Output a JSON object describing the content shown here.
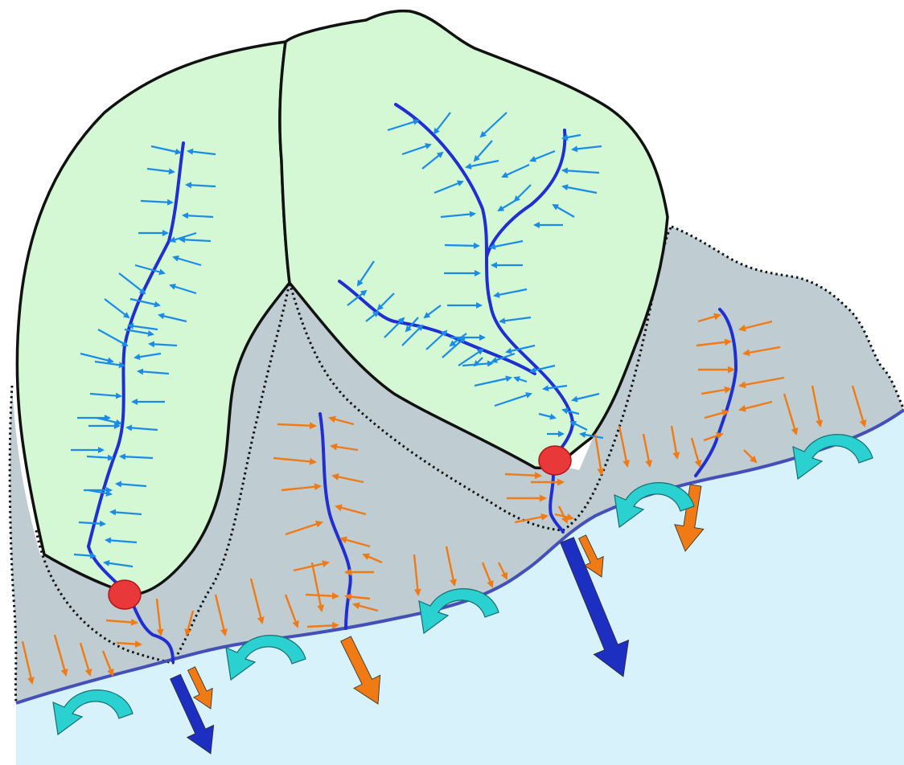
{
  "diagram": {
    "kind": "watershed-runoff-schematic",
    "text_labels": [],
    "regions": [
      {
        "name": "gauged-catchment-west",
        "fill_color": "#d3f8d3",
        "outline": "solid"
      },
      {
        "name": "gauged-catchment-east",
        "fill_color": "#d3f8d3",
        "outline": "solid"
      },
      {
        "name": "ungauged-coastal-area",
        "fill_color": "#bfcdd3",
        "outline": "dotted"
      }
    ],
    "nodes": [
      {
        "name": "gauging-station-west",
        "color": "#e8383a"
      },
      {
        "name": "gauging-station-east",
        "color": "#e8383a"
      }
    ],
    "flows": [
      {
        "name": "gauged-river-inflow",
        "color": "#1a56e8"
      },
      {
        "name": "ungauged-hillslope-runoff",
        "color": "#f07a14"
      },
      {
        "name": "river-discharge-to-sea",
        "color": "#1c2fc0"
      },
      {
        "name": "diffuse-discharge-to-sea",
        "color": "#f07a14"
      },
      {
        "name": "groundwater-exchange",
        "color": "#2bd0d0"
      }
    ],
    "colors": {
      "sea": "#d8f2fc",
      "coastline": "#4450b8",
      "stream": "#1f2fd0",
      "outline": "#111111"
    }
  }
}
